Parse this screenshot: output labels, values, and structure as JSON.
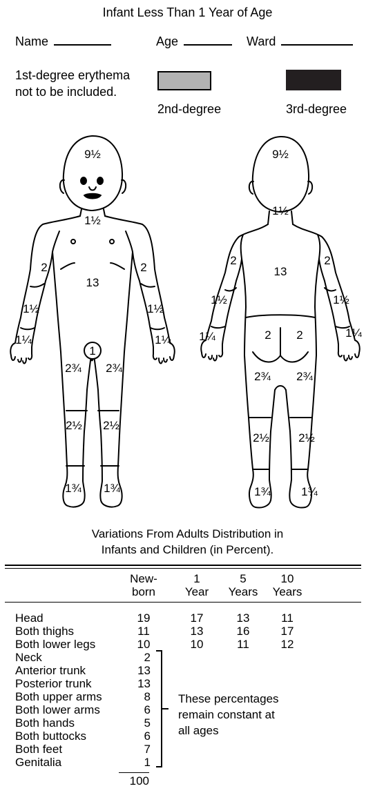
{
  "title": "Infant Less Than 1 Year of Age",
  "fields": {
    "name_label": "Name",
    "age_label": "Age",
    "ward_label": "Ward"
  },
  "legend": {
    "note_line1": "1st-degree erythema",
    "note_line2": "not to be included.",
    "second_label": "2nd-degree",
    "third_label": "3rd-degree",
    "second_color": "#b3b3b3",
    "third_color": "#231f20"
  },
  "front_labels": {
    "head": "9½",
    "neck": "1½",
    "trunk": "13",
    "upper_arm_left": "2",
    "upper_arm_right": "2",
    "lower_arm_left": "1½",
    "lower_arm_right": "1½",
    "hand_left": "1¼",
    "hand_right": "1¼",
    "genitalia": "1",
    "thigh_left": "2¾",
    "thigh_right": "2¾",
    "leg_left": "2½",
    "leg_right": "2½",
    "foot_left": "1¾",
    "foot_right": "1¾"
  },
  "back_labels": {
    "head": "9½",
    "neck": "1½",
    "trunk": "13",
    "upper_arm_left": "2",
    "upper_arm_right": "2",
    "lower_arm_left": "1½",
    "lower_arm_right": "1½",
    "hand_left": "1¼",
    "hand_right": "1¼",
    "buttock_left": "2",
    "buttock_right": "2",
    "thigh_left": "2¾",
    "thigh_right": "2¾",
    "leg_left": "2½",
    "leg_right": "2½",
    "foot_left": "1¾",
    "foot_right": "1¾"
  },
  "table": {
    "caption_line1": "Variations From Adults Distribution in",
    "caption_line2": "Infants and Children (in Percent).",
    "headers": [
      {
        "line1": "New-",
        "line2": "born"
      },
      {
        "line1": "1",
        "line2": "Year"
      },
      {
        "line1": "5",
        "line2": "Years"
      },
      {
        "line1": "10",
        "line2": "Years"
      }
    ],
    "variable_rows": [
      {
        "label": "Head",
        "values": [
          "19",
          "17",
          "13",
          "11"
        ]
      },
      {
        "label": "Both thighs",
        "values": [
          "11",
          "13",
          "16",
          "17"
        ]
      },
      {
        "label": "Both lower legs",
        "values": [
          "10",
          "10",
          "11",
          "12"
        ]
      }
    ],
    "constant_rows": [
      {
        "label": "Neck",
        "value": "2"
      },
      {
        "label": "Anterior trunk",
        "value": "13"
      },
      {
        "label": "Posterior trunk",
        "value": "13"
      },
      {
        "label": "Both upper arms",
        "value": "8"
      },
      {
        "label": "Both lower arms",
        "value": "6"
      },
      {
        "label": "Both hands",
        "value": "5"
      },
      {
        "label": "Both buttocks",
        "value": "6"
      },
      {
        "label": "Both feet",
        "value": "7"
      },
      {
        "label": "Genitalia",
        "value": "1"
      }
    ],
    "constant_note_line1": "These percentages",
    "constant_note_line2": "remain constant at",
    "constant_note_line3": "all ages",
    "total": "100"
  }
}
